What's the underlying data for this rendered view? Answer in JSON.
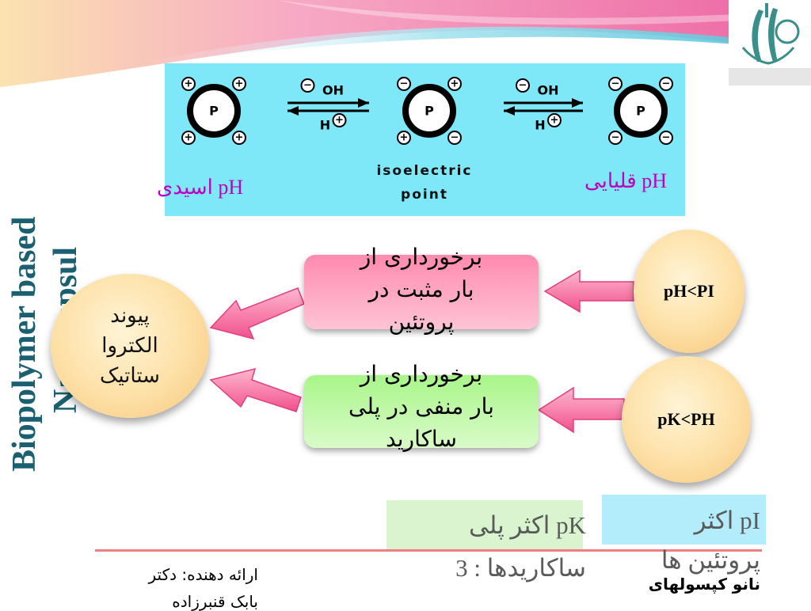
{
  "slide": {
    "vertical_title": [
      "Biopolymer based",
      "Nanocapsul"
    ],
    "diagram": {
      "protein_label": "P",
      "plus": "+",
      "minus": "−",
      "oh_label": "OH",
      "h_label": "H",
      "isoelectric_line1": "isoelectric",
      "isoelectric_line2": "point",
      "ph_acidic": "pH اسیدی",
      "ph_alkaline": "pH قلیایی"
    },
    "bond_circle": [
      "پیوند",
      "الکتروا",
      "ستاتیک"
    ],
    "box_positive": [
      "برخورداری  از",
      "بار مثبت در",
      "پروتئین"
    ],
    "box_negative": [
      "برخورداری از",
      "بار منفی  در پلی",
      "ساکارید"
    ],
    "condition_top": "pH<PI",
    "condition_bottom": "pK<PH",
    "pk_note": [
      "pK اکثر     پلی",
      "ساکاریدها  : 3"
    ],
    "pi_note": [
      "pI اکثر",
      "پروتئین ها"
    ],
    "footer": {
      "presenter": "ارائه دهنده: دکتر",
      "presenter_name": "بابک قنبرزاده",
      "topic": "نانو کپسولهای"
    },
    "colors": {
      "panel": "#7fe8f8",
      "ph_label": "#c000c0",
      "arrow": "#f06090",
      "title": "#1a6070",
      "footer_line": "#f08080"
    }
  }
}
